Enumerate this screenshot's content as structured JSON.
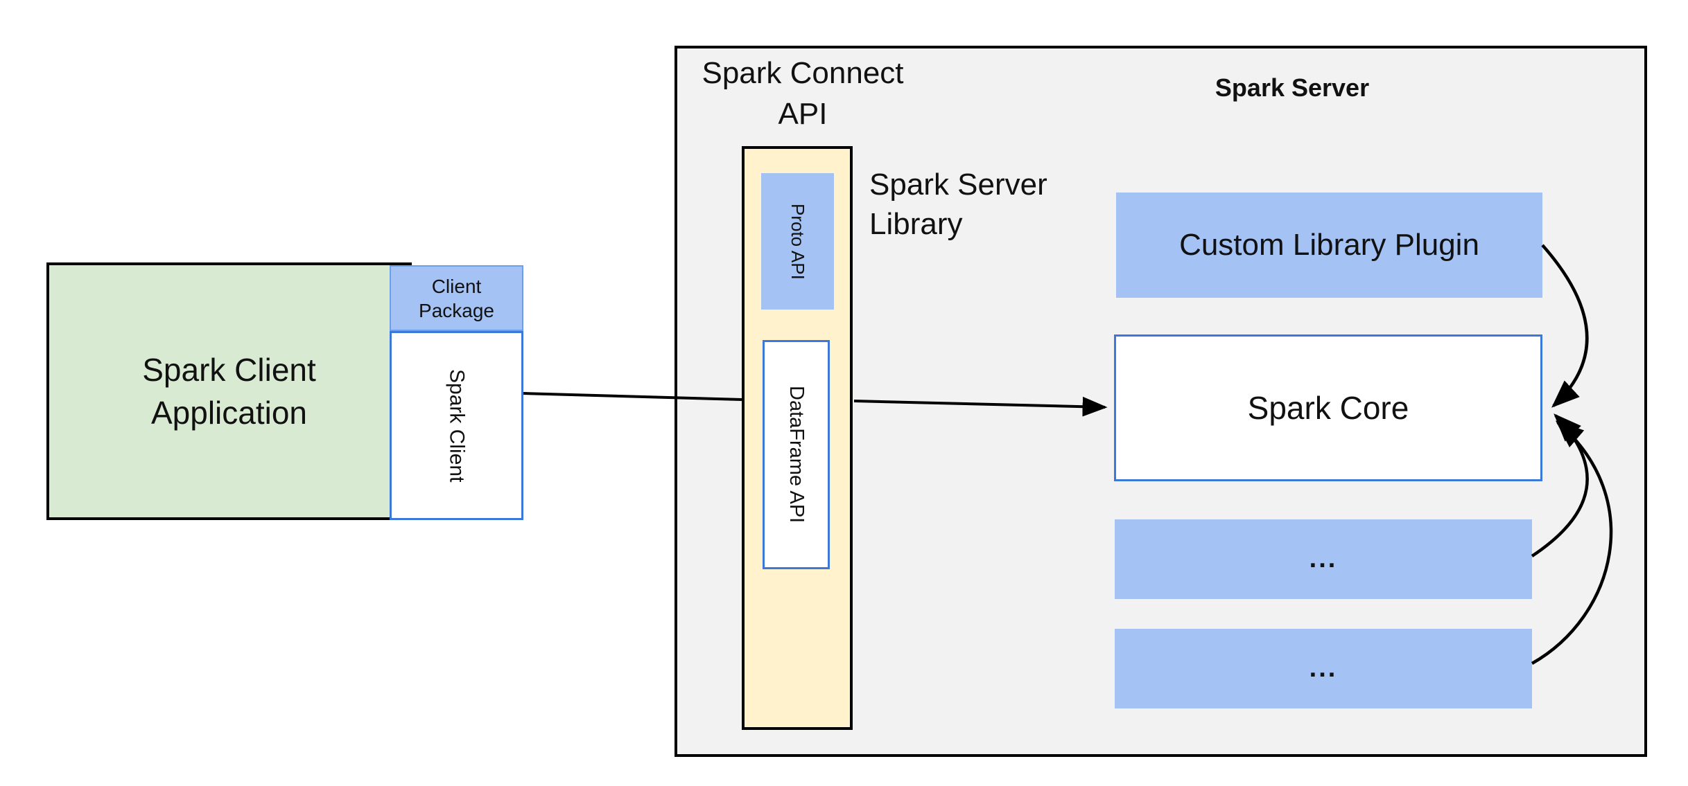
{
  "diagram": {
    "client_app": {
      "label": "Spark Client\nApplication"
    },
    "client_package": {
      "label": "Client\nPackage"
    },
    "spark_client": {
      "label": "Spark Client"
    },
    "connect_api_title": {
      "label": "Spark Connect\nAPI"
    },
    "proto_api": {
      "label": "Proto API"
    },
    "dataframe_api": {
      "label": "DataFrame API"
    },
    "server_library": {
      "label": "Spark Server\nLibrary"
    },
    "spark_server": {
      "label": "Spark Server"
    },
    "custom_library_plugin": {
      "label": "Custom Library Plugin"
    },
    "spark_core": {
      "label": "Spark Core"
    },
    "slot_1": {
      "label": "..."
    },
    "slot_2": {
      "label": "..."
    },
    "colors": {
      "box_blue": "#a4c2f4",
      "border_blue": "#3c78d8",
      "client_green": "#d9ead3",
      "column_yellow": "#fff2cc",
      "panel_gray": "#f2f2f2",
      "line_black": "#000000"
    }
  }
}
